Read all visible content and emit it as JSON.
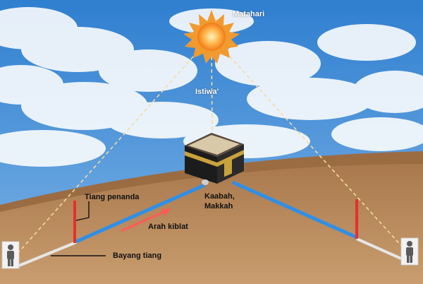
{
  "labels": {
    "sun": "Matahari",
    "zenith": "Istiwa'",
    "kaaba_line1": "Kaabah,",
    "kaaba_line2": "Makkah",
    "pole": "Tiang penanda",
    "direction": "Arah kiblat",
    "shadow": "Bayang tiang"
  },
  "icons": {
    "sun": "sun-icon",
    "kaaba": "kaaba-icon",
    "person_left": "person-icon",
    "person_right": "person-icon"
  },
  "colors": {
    "sky": "#4f93d6",
    "ground": "#b8875a",
    "ground_far": "#9b6b42",
    "sun_ray_line": "#f2dca0",
    "qibla_line": "#2f8fe8",
    "pole": "#e53030",
    "shadow": "#e6e6e6",
    "direction_arrow": "#ff5a5a",
    "kaaba": "#1c1c1c",
    "kaaba_band": "#c9a23c"
  }
}
